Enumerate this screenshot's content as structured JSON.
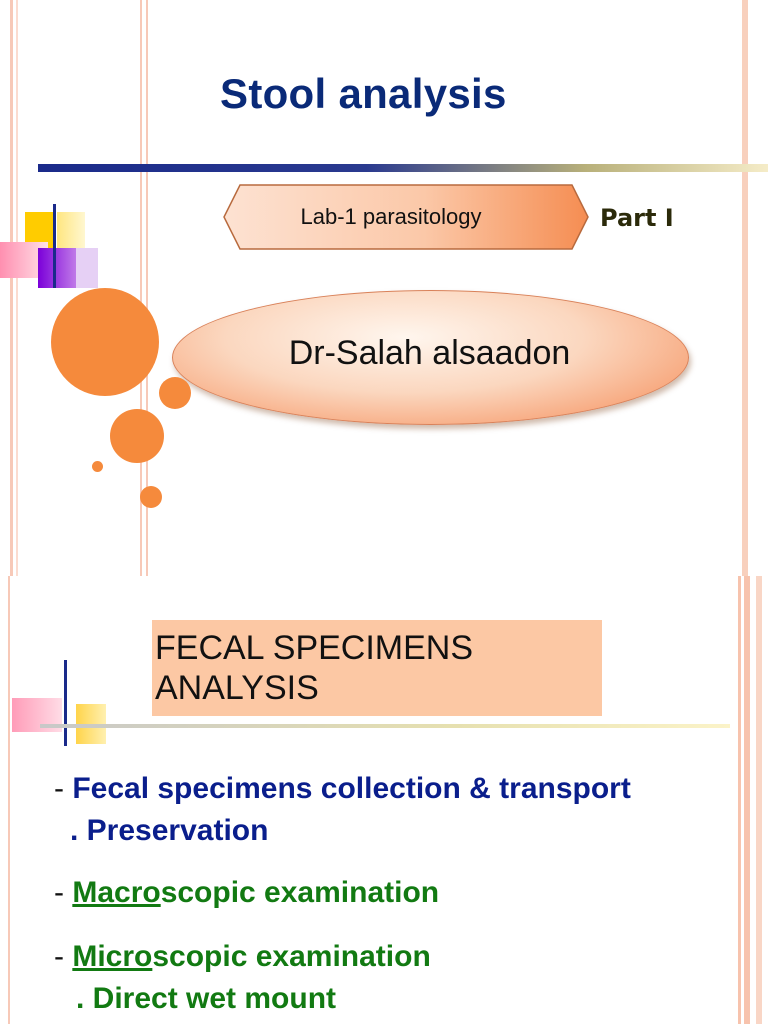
{
  "slide1": {
    "title": "Stool analysis",
    "banner_label": "Lab-1 parasitology",
    "part_label": "Part I",
    "author": "Dr-Salah alsaadon"
  },
  "slide2": {
    "heading_line1": "FECAL SPECIMENS",
    "heading_line2": "ANALYSIS",
    "items": [
      {
        "dash": "- ",
        "text": "Fecal specimens collection & transport"
      },
      {
        "text": ". Preservation"
      },
      {
        "dash": "- ",
        "underlined": "Macro",
        "rest": "scopic examination"
      },
      {
        "dash": "- ",
        "underlined": "Micro",
        "rest": "scopic examination"
      },
      {
        "text": ". Direct wet mount"
      }
    ]
  },
  "colors": {
    "title_blue": "#0a2a78",
    "body_blue": "#0a1e8c",
    "body_green": "#127a12",
    "accent_orange": "#f58a3c",
    "heading_box": "#fcc8a4"
  }
}
